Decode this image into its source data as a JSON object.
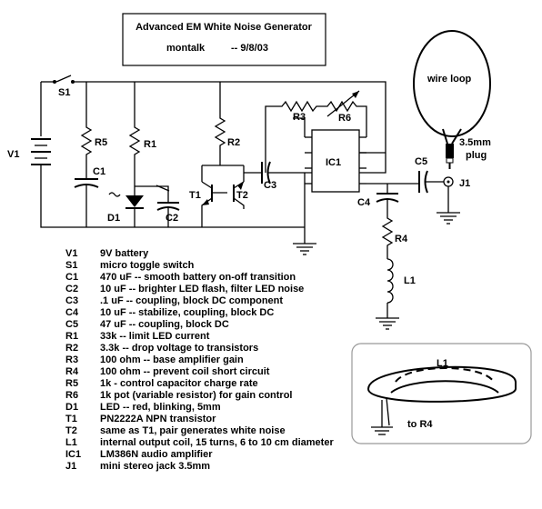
{
  "header": {
    "title": "Advanced EM  White Noise Generator",
    "author": "montalk",
    "date": "-- 9/8/03"
  },
  "labels": {
    "S1": "S1",
    "V1": "V1",
    "R5": "R5",
    "R1": "R1",
    "R2": "R2",
    "R3": "R3",
    "R6": "R6",
    "IC1": "IC1",
    "C1": "C1",
    "C2": "C2",
    "C3": "C3",
    "C4": "C4",
    "C5": "C5",
    "D1": "D1",
    "T1": "T1",
    "T2": "T2",
    "J1": "J1",
    "R4": "R4",
    "L1": "L1",
    "L1_coil": "L1",
    "wire_loop": "wire loop",
    "plug_line1": "3.5mm",
    "plug_line2": "plug",
    "to_r4": "to R4"
  },
  "legend": [
    {
      "ref": "V1",
      "desc": "9V battery"
    },
    {
      "ref": "S1",
      "desc": "micro toggle switch"
    },
    {
      "ref": "C1",
      "desc": "470 uF -- smooth battery on-off transition"
    },
    {
      "ref": "C2",
      "desc": "10 uF -- brighter LED flash, filter LED noise"
    },
    {
      "ref": "C3",
      "desc": ".1 uF -- coupling, block DC component"
    },
    {
      "ref": "C4",
      "desc": "10 uF -- stabilize, coupling, block DC"
    },
    {
      "ref": "C5",
      "desc": "47 uF -- coupling, block DC"
    },
    {
      "ref": "R1",
      "desc": "33k -- limit LED current"
    },
    {
      "ref": "R2",
      "desc": "3.3k -- drop voltage to transistors"
    },
    {
      "ref": "R3",
      "desc": "100 ohm -- base amplifier gain"
    },
    {
      "ref": "R4",
      "desc": "100 ohm -- prevent coil short circuit"
    },
    {
      "ref": "R5",
      "desc": "1k - control capacitor charge rate"
    },
    {
      "ref": "R6",
      "desc": "1k pot (variable resistor) for gain control"
    },
    {
      "ref": "D1",
      "desc": "LED -- red, blinking, 5mm"
    },
    {
      "ref": "T1",
      "desc": "PN2222A NPN transistor"
    },
    {
      "ref": "T2",
      "desc": "same as T1, pair generates white noise"
    },
    {
      "ref": "L1",
      "desc": "internal output coil, 15 turns, 6 to 10 cm diameter"
    },
    {
      "ref": "IC1",
      "desc": "LM386N audio amplifier"
    },
    {
      "ref": "J1",
      "desc": "mini stereo jack 3.5mm"
    }
  ]
}
